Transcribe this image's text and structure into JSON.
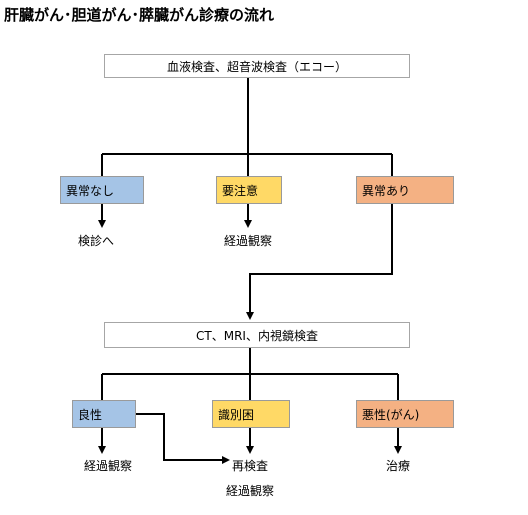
{
  "title": "肝臓がん･胆道がん･膵臓がん診療の流れ",
  "step1": "血液検査、超音波検査（エコー）",
  "branch1": {
    "normal": "異常なし",
    "caution": "要注意",
    "abnormal": "異常あり"
  },
  "outcome1": {
    "normal": "検診へ",
    "caution": "経過観察"
  },
  "step2": "CT、MRI、内視鏡検査",
  "branch2": {
    "benign": "良性",
    "unclear": "識別困",
    "malignant": "悪性(がん)"
  },
  "outcome2": {
    "benign": "経過観察",
    "reexam": "再検査",
    "followup": "経過観察",
    "treatment": "治療"
  },
  "colors": {
    "blue": "#a5c4e6",
    "yellow": "#ffd966",
    "orange": "#f4b183",
    "line": "#000000"
  }
}
